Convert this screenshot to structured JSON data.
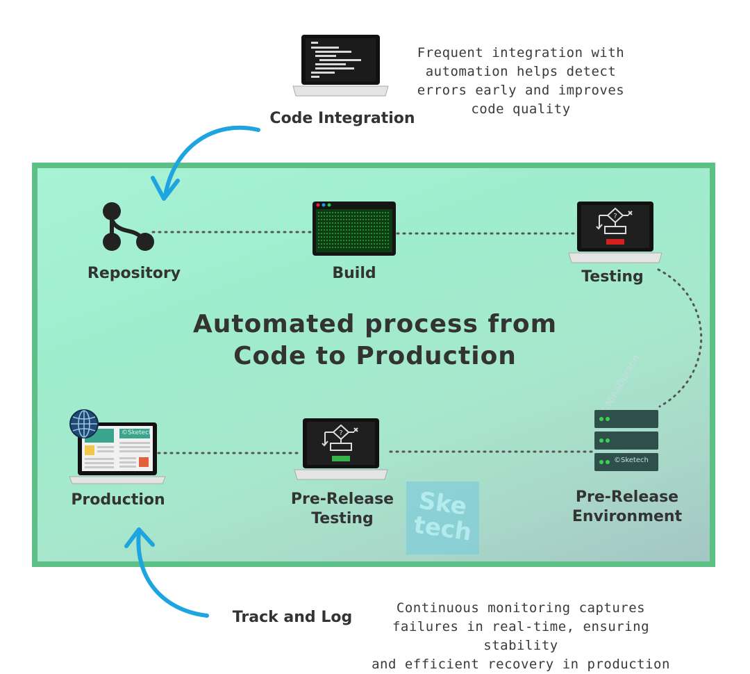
{
  "title": {
    "line1": "Automated process from",
    "line2": "Code to Production"
  },
  "notes": {
    "integration": "Frequent integration with\nautomation helps detect\nerrors early and improves\ncode quality",
    "monitoring": "Continuous monitoring captures\nfailures in real-time, ensuring stability\nand efficient recovery in production"
  },
  "stages": {
    "code_integration": "Code Integration",
    "repository": "Repository",
    "build": "Build",
    "testing": "Testing",
    "pre_release_environment_l1": "Pre-Release",
    "pre_release_environment_l2": "Environment",
    "pre_release_testing_l1": "Pre-Release",
    "pre_release_testing_l2": "Testing",
    "production": "Production",
    "track_and_log": "Track and Log"
  },
  "branding": {
    "logo_l1": "Ske",
    "logo_l2": "tech",
    "server_tag": "©Sketech",
    "screen_tag": "©Sketech",
    "watermark": "©NinaDurann"
  },
  "colors": {
    "panel_border": "#5bbf86",
    "arrow": "#1ea5e0",
    "dotted_connector": "#555555"
  },
  "icons": [
    "laptop-code-icon",
    "repository-icon",
    "build-terminal-icon",
    "testing-laptop-icon",
    "server-icon",
    "pre-release-testing-laptop-icon",
    "production-laptop-icon",
    "globe-icon"
  ]
}
